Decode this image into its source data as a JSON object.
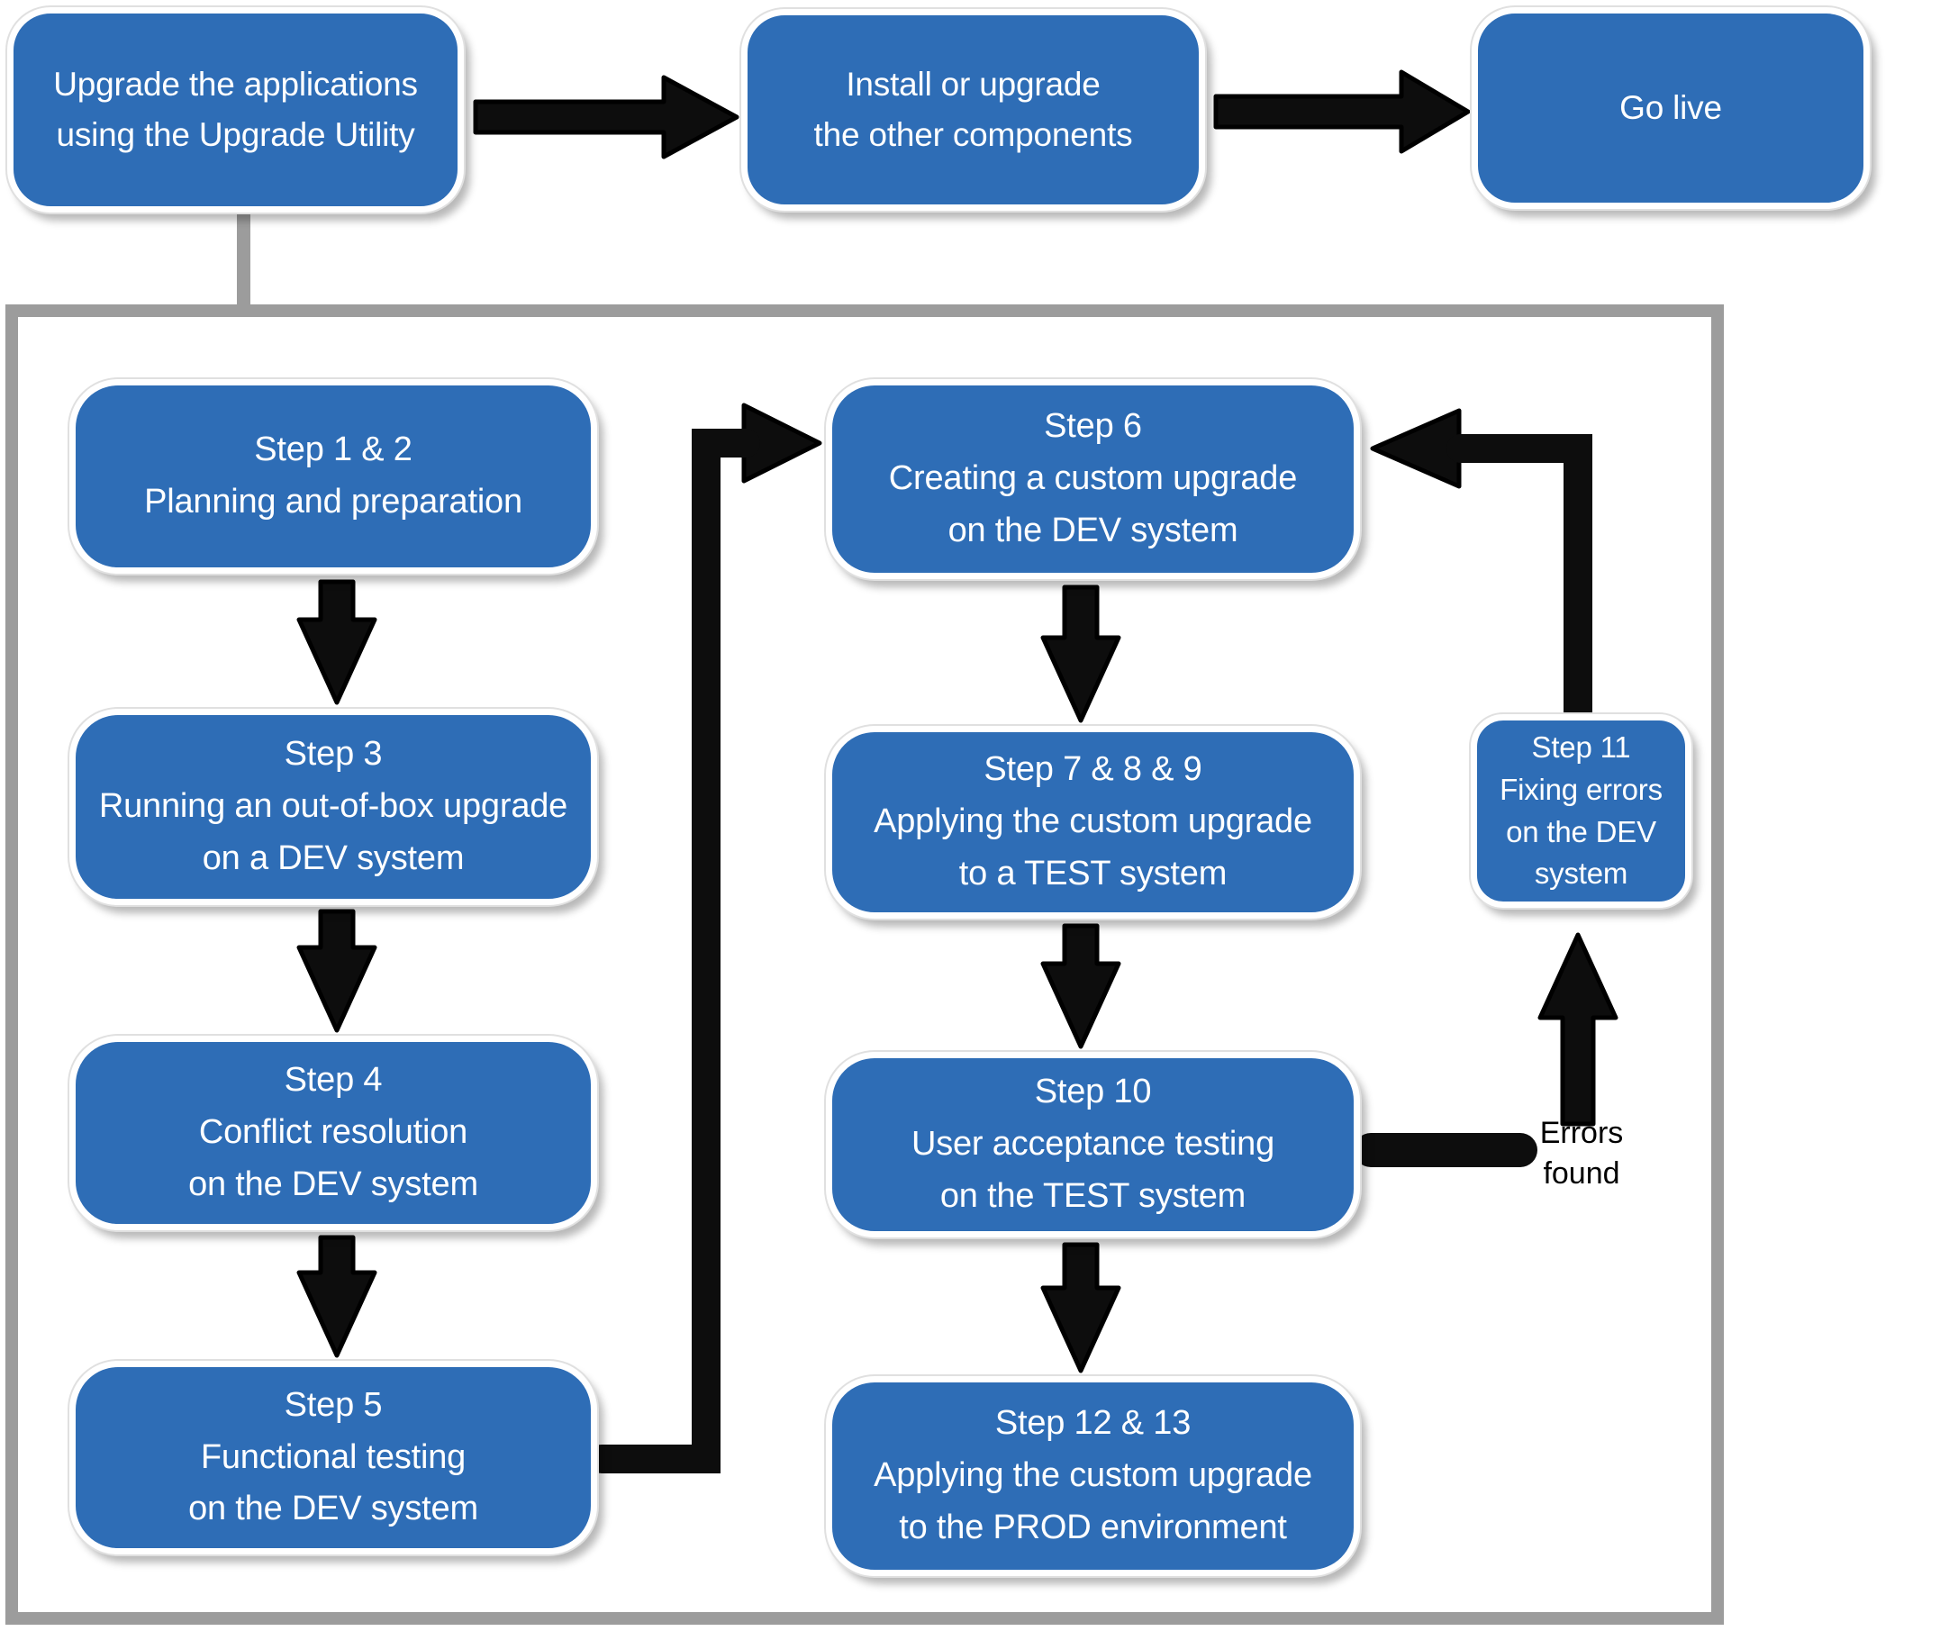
{
  "diagram": {
    "colors": {
      "node_blue": "#2e6db6",
      "node_text": "#ffffff",
      "arrow_black": "#0d0d0d",
      "frame_gray": "#9c9c9c",
      "edge_label_text": "#000000"
    },
    "top_row": [
      {
        "id": "upgrade-apps",
        "label": "Upgrade the applications\nusing the Upgrade Utility"
      },
      {
        "id": "install-components",
        "label": "Install or upgrade\nthe other components"
      },
      {
        "id": "go-live",
        "label": "Go live"
      }
    ],
    "detail_steps": [
      {
        "id": "step-1-2",
        "label": "Step 1 & 2\nPlanning and preparation"
      },
      {
        "id": "step-3",
        "label": "Step 3\nRunning an out-of-box upgrade\non a DEV system"
      },
      {
        "id": "step-4",
        "label": "Step 4\nConflict resolution\non the DEV system"
      },
      {
        "id": "step-5",
        "label": "Step 5\nFunctional testing\non the DEV system"
      },
      {
        "id": "step-6",
        "label": "Step 6\nCreating a custom upgrade\non the DEV system"
      },
      {
        "id": "step-7-8-9",
        "label": "Step 7 & 8 & 9\nApplying the custom upgrade\nto a TEST system"
      },
      {
        "id": "step-10",
        "label": "Step 10\nUser acceptance testing\non the TEST system"
      },
      {
        "id": "step-11",
        "label": "Step 11\nFixing errors\non the DEV\nsystem"
      },
      {
        "id": "step-12-13",
        "label": "Step 12 & 13\nApplying the custom upgrade\nto the PROD environment"
      }
    ],
    "edges": [
      {
        "from": "upgrade-apps",
        "to": "install-components"
      },
      {
        "from": "install-components",
        "to": "go-live"
      },
      {
        "from": "upgrade-apps",
        "to": "detail-frame"
      },
      {
        "from": "step-1-2",
        "to": "step-3"
      },
      {
        "from": "step-3",
        "to": "step-4"
      },
      {
        "from": "step-4",
        "to": "step-5"
      },
      {
        "from": "step-5",
        "to": "step-6"
      },
      {
        "from": "step-6",
        "to": "step-7-8-9"
      },
      {
        "from": "step-7-8-9",
        "to": "step-10"
      },
      {
        "from": "step-10",
        "to": "step-11",
        "label": "Errors\nfound"
      },
      {
        "from": "step-10",
        "to": "step-12-13"
      },
      {
        "from": "step-11",
        "to": "step-6"
      }
    ]
  }
}
